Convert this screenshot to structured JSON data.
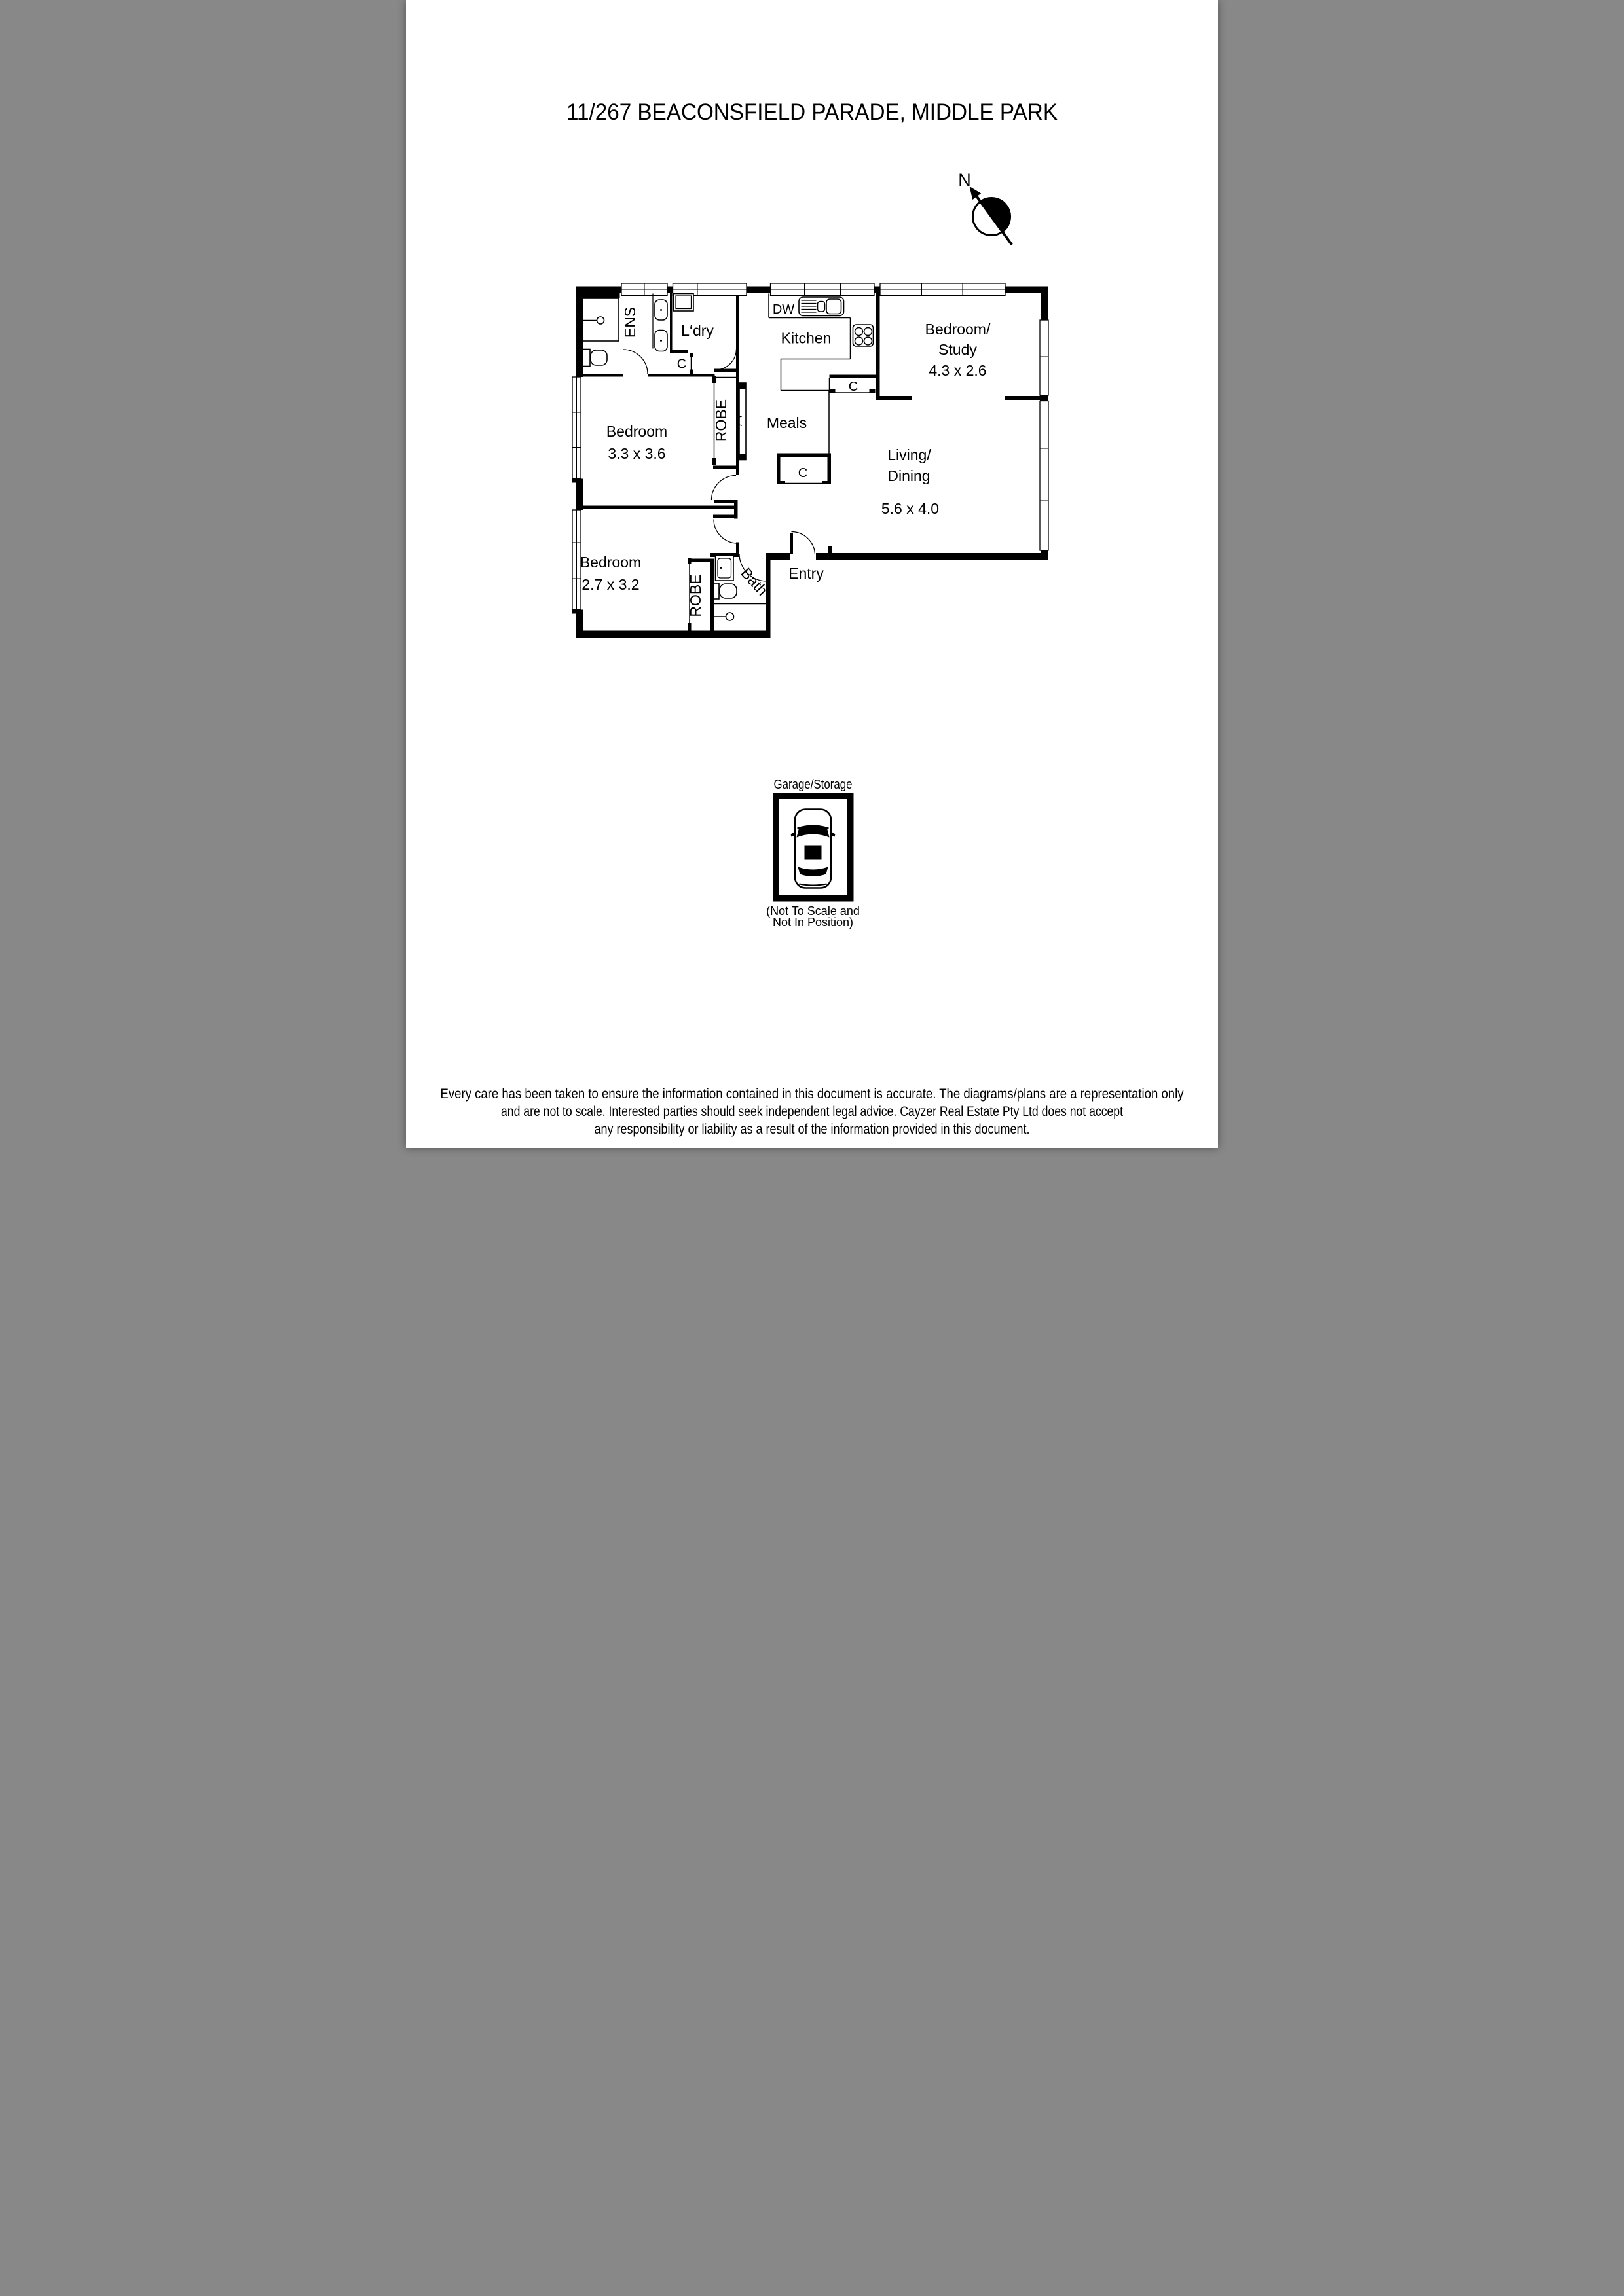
{
  "title": "11/267 BEACONSFIELD PARADE, MIDDLE PARK",
  "compass": {
    "north_label": "N"
  },
  "rooms": {
    "ens": {
      "label": "ENS"
    },
    "ldry": {
      "label": "L‘dry"
    },
    "kitchen": {
      "label": "Kitchen"
    },
    "meals": {
      "label": "Meals"
    },
    "bedroom_study": {
      "label1": "Bedroom/",
      "label2": "Study",
      "dims": "4.3 x 2.6"
    },
    "living": {
      "label1": "Living/",
      "label2": "Dining",
      "dims": "5.6 x 4.0"
    },
    "bedroom1": {
      "label": "Bedroom",
      "dims": "3.3 x 3.6"
    },
    "bedroom2": {
      "label": "Bedroom",
      "dims": "2.7 x 3.2"
    },
    "bath": {
      "label": "Bath"
    },
    "entry": {
      "label": "Entry"
    },
    "robe1": {
      "label": "ROBE"
    },
    "robe2": {
      "label": "ROBE"
    },
    "dw": {
      "label": "DW"
    }
  },
  "closets": {
    "ens": "C",
    "kitchen": "C",
    "meals": "C"
  },
  "garage": {
    "label": "Garage/Storage",
    "note_line1": "(Not To Scale and",
    "note_line2": "Not In Position)"
  },
  "disclaimer": {
    "line1": "Every care has been taken to ensure the information contained in this document is accurate. The diagrams/plans are a representation only",
    "line2": "and are not to scale. Interested parties should seek independent legal advice. Cayzer Real Estate Pty Ltd does not accept",
    "line3": "any responsibility or liability as a result of the information provided in this document."
  },
  "colors": {
    "ink": "#000000",
    "paper": "#ffffff"
  }
}
